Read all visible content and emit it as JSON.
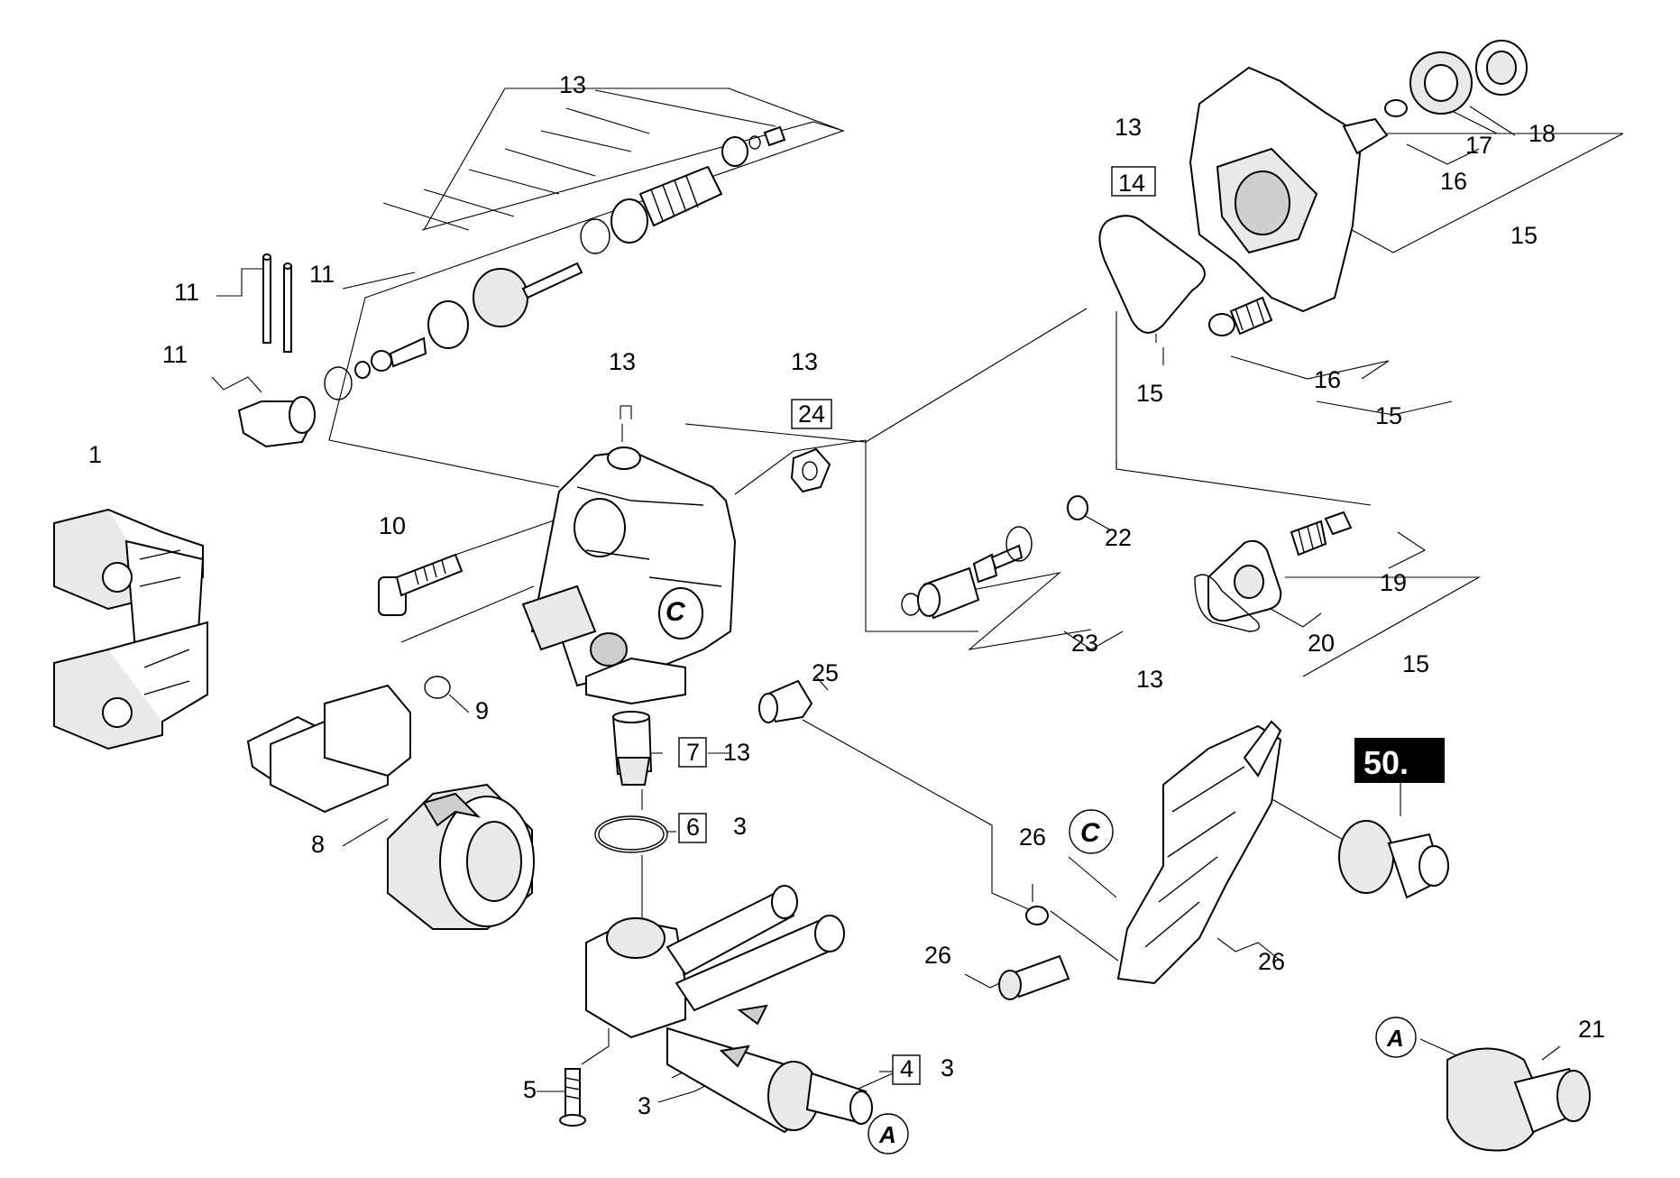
{
  "badge": "50.",
  "markers": {
    "connector_c": "C",
    "connector_a": "A"
  },
  "labels": {
    "p1": "1",
    "p3a": "3",
    "p3b": "3",
    "p3c": "3",
    "p4": "4",
    "p5": "5",
    "p6": "6",
    "p7": "7",
    "p8": "8",
    "p9": "9",
    "p10": "10",
    "p11a": "11",
    "p11b": "11",
    "p11c": "11",
    "p13a": "13",
    "p13b": "13",
    "p13c": "13",
    "p13d": "13",
    "p13e": "13",
    "p13f": "13",
    "p14": "14",
    "p15a": "15",
    "p15b": "15",
    "p15c": "15",
    "p15d": "15",
    "p16a": "16",
    "p16b": "16",
    "p17": "17",
    "p18": "18",
    "p19": "19",
    "p20": "20",
    "p21": "21",
    "p22": "22",
    "p23": "23",
    "p24": "24",
    "p25": "25",
    "p26a": "26",
    "p26b": "26",
    "p26c": "26"
  }
}
